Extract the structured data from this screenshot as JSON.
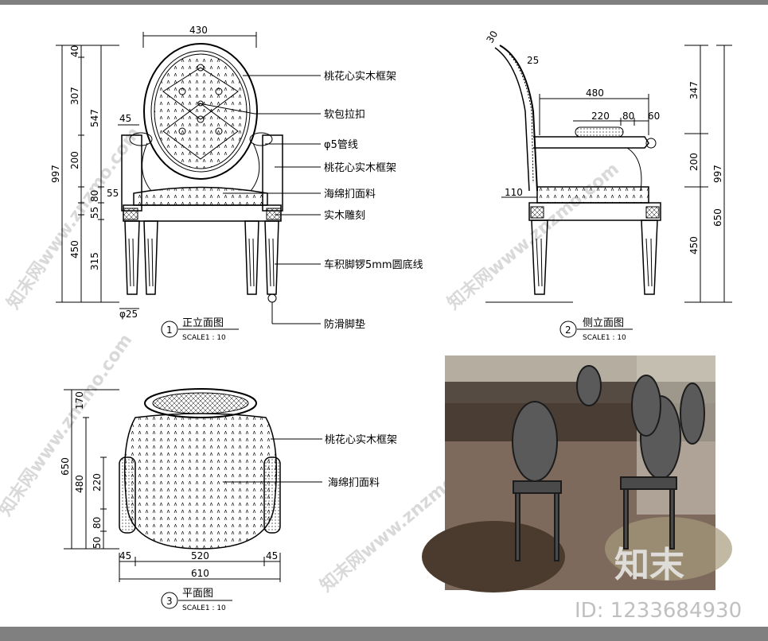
{
  "colors": {
    "frame": "#808080",
    "paper": "#ffffff",
    "line": "#000000",
    "wm": "#d7d7d7",
    "photo_bg": "#8a7468"
  },
  "front": {
    "dims_top": "430",
    "dims_left_outer": "997",
    "dims_left": [
      "40",
      "307",
      "547",
      "200",
      "55",
      "80",
      "55",
      "450",
      "315"
    ],
    "dim_45": "45",
    "dim_phi25": "φ25",
    "labels": [
      "桃花心实木框架",
      "软包拉扣",
      "φ5管线",
      "桃花心实木框架",
      "海绵扪面料",
      "实木雕刻",
      "车积脚锣5mm圆底线",
      "防滑脚垫"
    ],
    "num": "1",
    "title": "正立面图",
    "scale": "SCALE1 : 10"
  },
  "side": {
    "dims_top": [
      "30",
      "25"
    ],
    "dim_480": "480",
    "dims_arm": [
      "220",
      "80",
      "60"
    ],
    "dim_110": "110",
    "dims_right_inner": [
      "347",
      "200",
      "450"
    ],
    "dims_right_outer": [
      "997",
      "650"
    ],
    "num": "2",
    "title": "侧立面图",
    "scale": "SCALE1 : 10"
  },
  "plan": {
    "dims_left": [
      "170",
      "650",
      "480",
      "220",
      "80",
      "50"
    ],
    "dims_bottom": [
      "45",
      "520",
      "45",
      "610"
    ],
    "labels": [
      "桃花心实木框架",
      "海绵扪面料"
    ],
    "num": "3",
    "title": "平面图",
    "scale": "SCALE1 : 10"
  },
  "photo": {
    "logo": "知末"
  },
  "id_text": "ID: 1233684930",
  "watermarks": [
    "知末网www.znzmo.com"
  ]
}
